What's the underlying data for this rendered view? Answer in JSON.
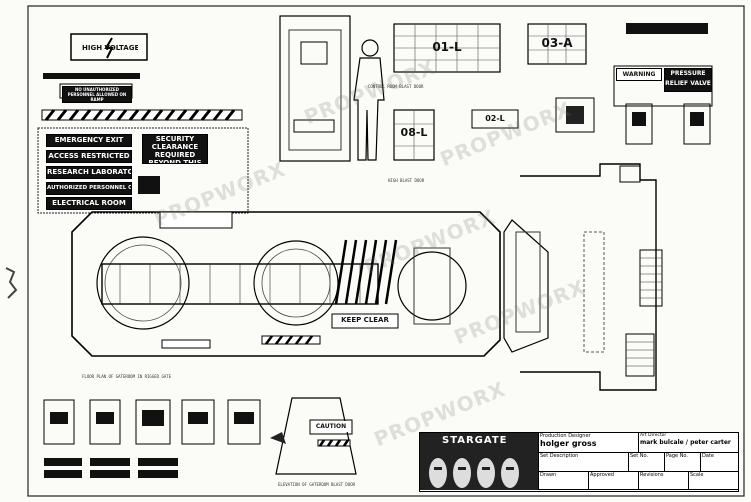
{
  "signs": {
    "high_voltage": "HIGH VOLTAGE",
    "emergency_exit": "EMERGENCY EXIT",
    "access_restricted": "ACCESS RESTRICTED",
    "research_laboratory": "RESEARCH LABORATORY",
    "authorized_personnel": "AUTHORIZED PERSONNEL ONLY",
    "electrical_room": "ELECTRICAL ROOM",
    "security_clearance": "SECURITY CLEARANCE REQUIRED BEYOND THIS POINT",
    "warning": "WARNING",
    "pressure_relief_valve": "PRESSURE RELIEF VALVE",
    "keep_clear": "KEEP CLEAR",
    "caution": "CAUTION",
    "unauthorized": "NO UNAUTHORIZED PERSONNEL ALLOWED ON RAMP",
    "blast_door_codes": [
      "01-L",
      "03-A",
      "08-L",
      "02-L"
    ]
  },
  "labels": {
    "control_room_blast_door": "CONTROL ROOM BLAST DOOR",
    "high_blast_door": "HIGH BLAST DOOR",
    "floor_plan": "FLOOR PLAN OF GATEROOM IN RIGGED GATE",
    "elevation": "ELEVATION OF GATEROOM BLAST DOOR"
  },
  "watermark": "PROPWORX",
  "title_block": {
    "logo": "STARGATE",
    "production_designer_label": "Production Designer",
    "production_designer": "holger gross",
    "art_director_label": "Art Director",
    "art_director": "mark bulcale / peter carter",
    "set_description_label": "Set Description",
    "set_no_label": "Set No.",
    "page_no_label": "Page No.",
    "date_label": "Date",
    "drawn_label": "Drawn",
    "approved_label": "Approved",
    "revisions_label": "Revisions",
    "scale_label": "Scale"
  }
}
